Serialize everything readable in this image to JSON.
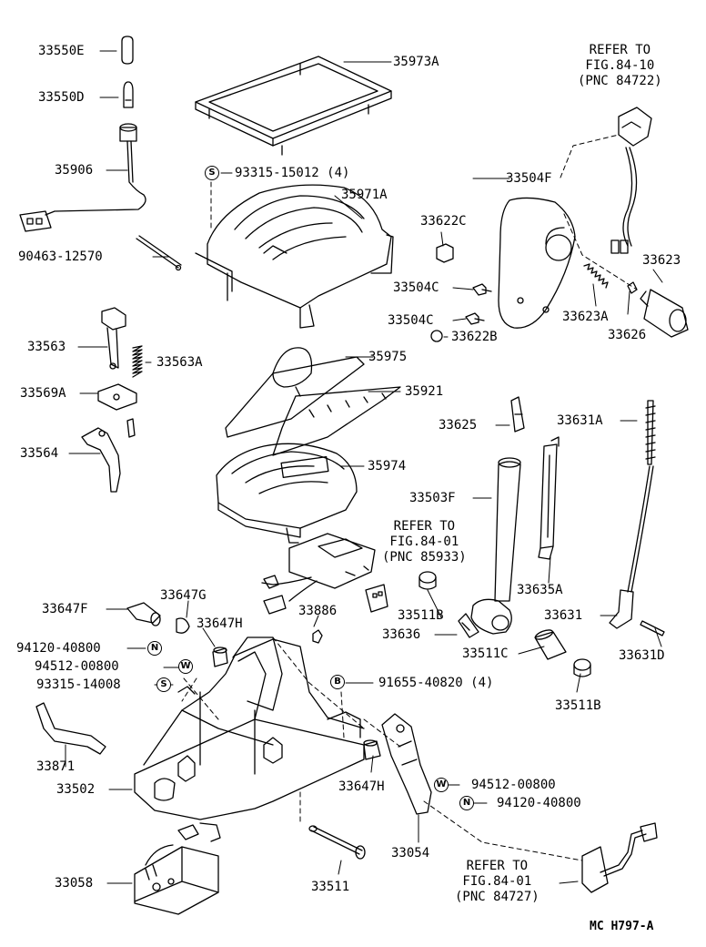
{
  "diagram_code": "MC  H797-A",
  "symbols": {
    "s": "S",
    "n": "N",
    "w": "W",
    "b": "B"
  },
  "references": {
    "ref1": [
      "REFER TO",
      "FIG.84-10",
      "(PNC 84722)"
    ],
    "ref2": [
      "REFER TO",
      "FIG.84-01",
      "(PNC 85933)"
    ],
    "ref3": [
      "REFER TO",
      "FIG.84-01",
      "(PNC 84727)"
    ]
  },
  "labels": {
    "p33550e": "33550E",
    "p33550d": "33550D",
    "p35906": "35906",
    "p90463": "90463-12570",
    "p35973a": "35973A",
    "p93315a": "93315-15012 (4)",
    "p35971a": "35971A",
    "p33504f": "33504F",
    "p33622c": "33622C",
    "p33504c1": "33504C",
    "p33504c2": "33504C",
    "p33622b": "33622B",
    "p33623": "33623",
    "p33623a": "33623A",
    "p33626": "33626",
    "p33563": "33563",
    "p33563a": "33563A",
    "p33569a": "33569A",
    "p33564": "33564",
    "p35975": "35975",
    "p35921": "35921",
    "p35974": "35974",
    "p33625": "33625",
    "p33631a": "33631A",
    "p33503f": "33503F",
    "p33635a": "33635A",
    "p33631": "33631",
    "p33631d": "33631D",
    "p33511b1": "33511B",
    "p33636": "33636",
    "p33511c": "33511C",
    "p33511b2": "33511B",
    "p33647f": "33647F",
    "p33647g": "33647G",
    "p33647h1": "33647H",
    "p33886": "33886",
    "p94120a": "94120-40800",
    "p94512a": "94512-00800",
    "p93315b": "93315-14008",
    "p91655": "91655-40820 (4)",
    "p33871": "33871",
    "p33502": "33502",
    "p33647h2": "33647H",
    "p94512b": "94512-00800",
    "p94120b": "94120-40800",
    "p33058": "33058",
    "p33511": "33511",
    "p33054": "33054"
  }
}
